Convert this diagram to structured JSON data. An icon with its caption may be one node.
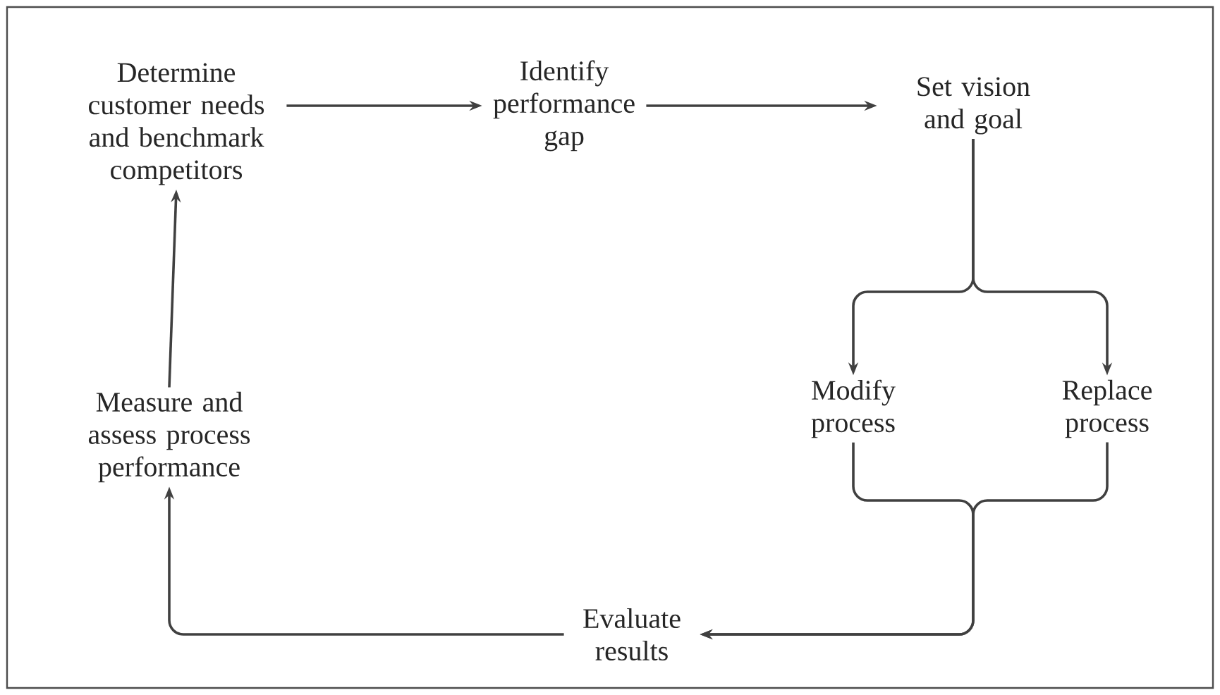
{
  "diagram": {
    "nodes": [
      {
        "text": [
          "Determine customer needs and benchmark competitors"
        ]
      },
      {
        "text": [
          "Identify performance gap"
        ]
      },
      {
        "text": [
          "Set vision and goal"
        ]
      },
      {
        "text": [
          "Modify process"
        ]
      },
      {
        "text": [
          "Replace process"
        ]
      },
      {
        "text": [
          "Evaluate results"
        ]
      },
      {
        "text": [
          "Measure and assess process performance"
        ]
      }
    ],
    "edges": [
      {
        "from": 0,
        "to": 1,
        "arrow": "to"
      },
      {
        "from": 1,
        "to": 2,
        "arrow": "to"
      },
      {
        "from": 2,
        "to": 3,
        "arrow": "to"
      },
      {
        "from": 2,
        "to": 4,
        "arrow": "to"
      },
      {
        "from": 3,
        "to": 5,
        "arrow": "to"
      },
      {
        "from": 4,
        "to": 5,
        "arrow": "to"
      },
      {
        "from": 5,
        "to": 6,
        "arrow": "to"
      },
      {
        "from": 6,
        "to": 0,
        "arrow": "to"
      }
    ]
  }
}
